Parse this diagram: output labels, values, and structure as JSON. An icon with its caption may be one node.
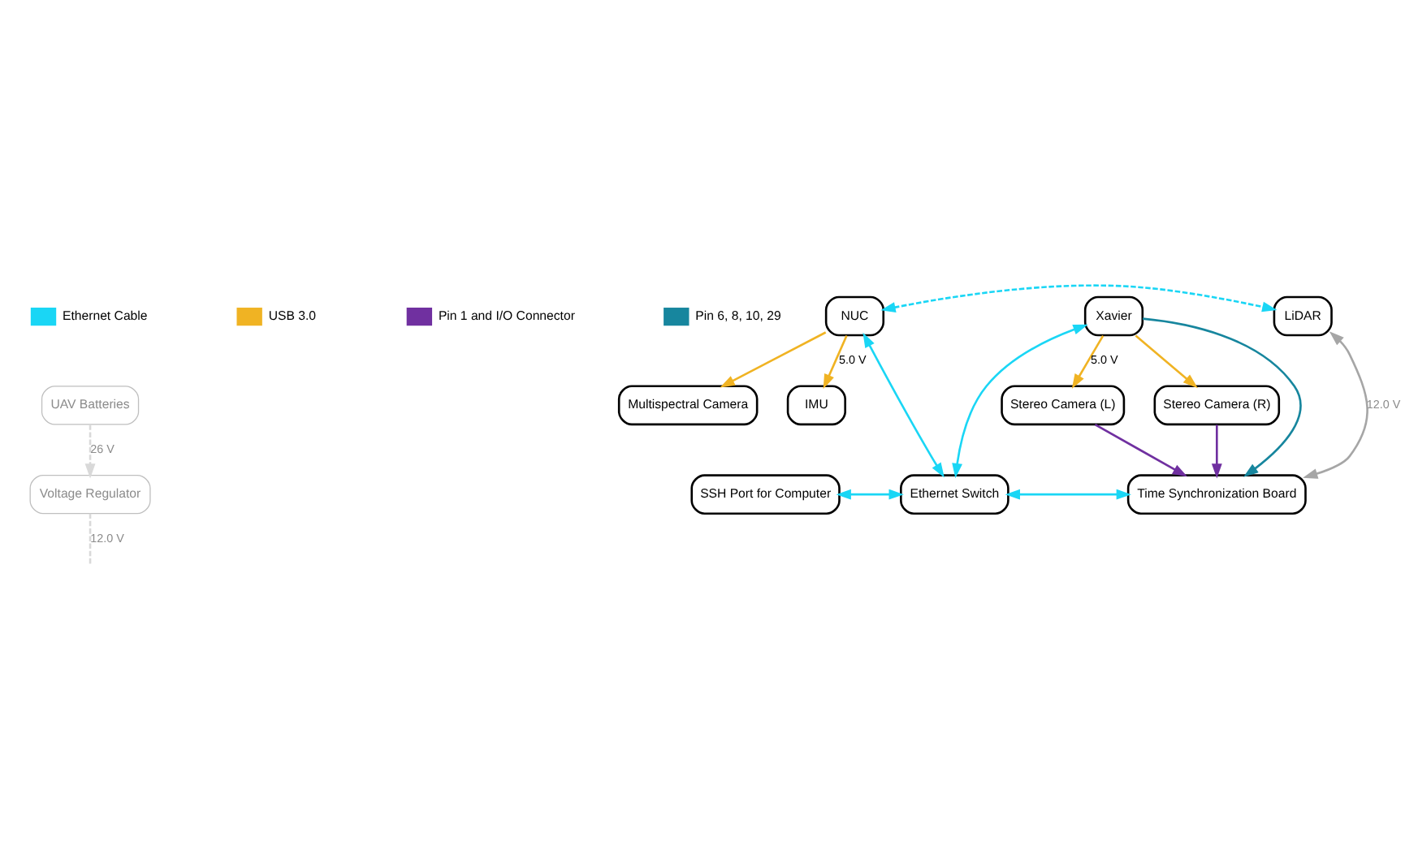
{
  "diagram": {
    "nodes": [
      {
        "text": [
          "UAV Batteries"
        ]
      },
      {
        "text": [
          "Ethernet Switch"
        ]
      },
      {
        "text": [
          "Voltage Regulator"
        ]
      },
      {
        "text": [
          "Time Synchronization Board"
        ]
      },
      {
        "text": [
          "SSH Port for Computer"
        ]
      },
      {
        "text": [
          "Xavier"
        ]
      },
      {
        "text": [
          "NUC"
        ]
      },
      {
        "text": [
          "LiDAR"
        ]
      },
      {
        "text": [
          "Stereo Camera (L)"
        ]
      },
      {
        "text": [
          "Stereo Camera (R)"
        ]
      },
      {
        "text": [
          "IMU"
        ]
      },
      {
        "text": [
          "Multispectral Camera"
        ]
      }
    ],
    "edges": [
      {
        "from": 0,
        "to": 2,
        "arrow": "to",
        "label": "26 V",
        "style": "dashed",
        "color": "#d9d9d9"
      },
      {
        "from": 2,
        "to": null,
        "arrow": "none",
        "label": "12.0 V",
        "style": "dashed",
        "color": "#d9d9d9"
      },
      {
        "from": 1,
        "to": 3,
        "arrow": "both",
        "color": "#1ad6f5"
      },
      {
        "from": 4,
        "to": 1,
        "arrow": "both",
        "color": "#1ad6f5"
      },
      {
        "from": 5,
        "to": 1,
        "arrow": "both",
        "color": "#1ad6f5"
      },
      {
        "from": 6,
        "to": 1,
        "arrow": "both",
        "color": "#1ad6f5"
      },
      {
        "from": 5,
        "to": 3,
        "arrow": "to",
        "color": "#17869e"
      },
      {
        "from": 6,
        "to": 7,
        "arrow": "both",
        "style": "dashed",
        "color": "#1ad6f5"
      },
      {
        "from": 7,
        "to": 3,
        "arrow": "both",
        "label": "12.0 V",
        "color": "#a6a6a6"
      },
      {
        "from": 5,
        "to": 8,
        "arrow": "to",
        "label": "5.0 V",
        "color": "#f0b323"
      },
      {
        "from": 5,
        "to": 9,
        "arrow": "to",
        "color": "#f0b323"
      },
      {
        "from": 6,
        "to": 10,
        "arrow": "to",
        "label": "5.0 V",
        "color": "#f0b323"
      },
      {
        "from": 6,
        "to": 11,
        "arrow": "to",
        "color": "#f0b323"
      },
      {
        "from": 8,
        "to": 3,
        "arrow": "to",
        "color": "#7030a0"
      },
      {
        "from": 9,
        "to": 3,
        "arrow": "to",
        "color": "#7030a0"
      }
    ],
    "legend": [
      {
        "text": "Ethernet Cable",
        "color": "#1ad6f5"
      },
      {
        "text": "USB 3.0",
        "color": "#f0b323"
      },
      {
        "text": "Pin 1 and I/O Connector",
        "color": "#7030a0"
      },
      {
        "text": "Pin 6, 8, 10, 29",
        "color": "#17869e"
      }
    ]
  }
}
